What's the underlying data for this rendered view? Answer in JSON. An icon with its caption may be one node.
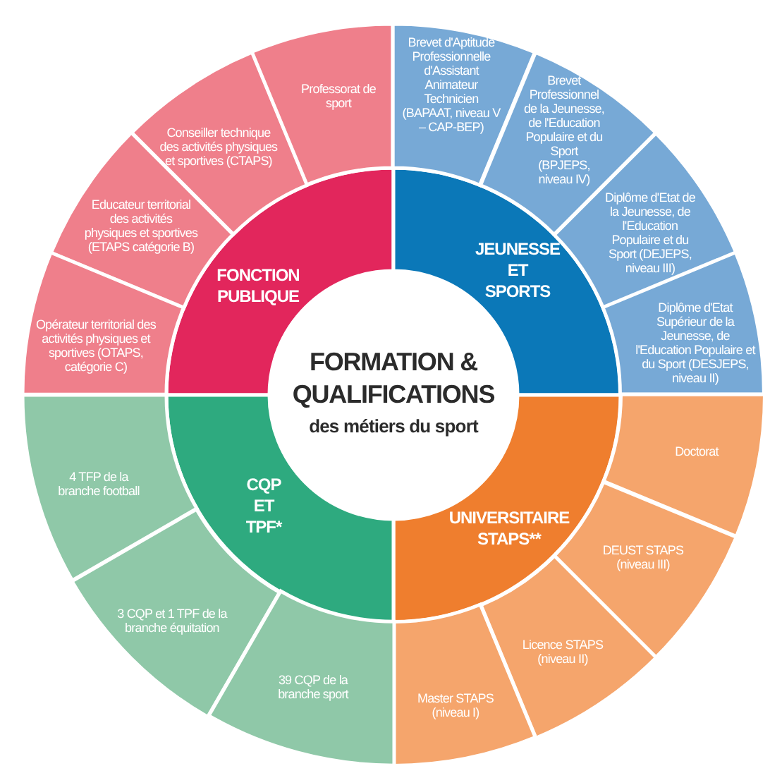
{
  "diagram": {
    "nodes": [
      {
        "text": [
          "FORMATION & QUALIFICATIONS",
          "des métiers du sport"
        ]
      },
      {
        "text": [
          "FONCTION PUBLIQUE"
        ]
      },
      {
        "text": [
          "Professorat de sport"
        ]
      },
      {
        "text": [
          "Conseiller technique des activités physiques et sportives (CTAPS)"
        ]
      },
      {
        "text": [
          "Educateur territorial des activités physiques et sportives (ETAPS catégorie B)"
        ]
      },
      {
        "text": [
          "Opérateur territorial des activités physiques et sportives (OTAPS, catégorie C)"
        ]
      },
      {
        "text": [
          "JEUNESSE ET SPORTS"
        ]
      },
      {
        "text": [
          "Brevet d'Aptitude Professionnelle d'Assistant Animateur Technicien (BAPAAT, niveau V – CAP-BEP)"
        ]
      },
      {
        "text": [
          "Brevet Professionnel de la Jeunesse, de l'Education Populaire et du Sport (BPJEPS, niveau IV)"
        ]
      },
      {
        "text": [
          "Diplôme d'Etat de la Jeunesse, de l'Education Populaire et du Sport (DEJEPS, niveau III)"
        ]
      },
      {
        "text": [
          "Diplôme d'Etat Supérieur de la Jeunesse, de l'Education Populaire et du Sport (DESJEPS, niveau II)"
        ]
      },
      {
        "text": [
          "UNIVERSITAIRE STAPS**"
        ]
      },
      {
        "text": [
          "Doctorat"
        ]
      },
      {
        "text": [
          "DEUST STAPS (niveau III)"
        ]
      },
      {
        "text": [
          "Licence STAPS (niveau II)"
        ]
      },
      {
        "text": [
          "Master STAPS (niveau I)"
        ]
      },
      {
        "text": [
          "CQP ET TPF*"
        ]
      },
      {
        "text": [
          "4 TFP de la branche football"
        ]
      },
      {
        "text": [
          "3 CQP et 1 TPF de la branche équitation"
        ]
      },
      {
        "text": [
          "39 CQP de la branche sport"
        ]
      }
    ]
  }
}
